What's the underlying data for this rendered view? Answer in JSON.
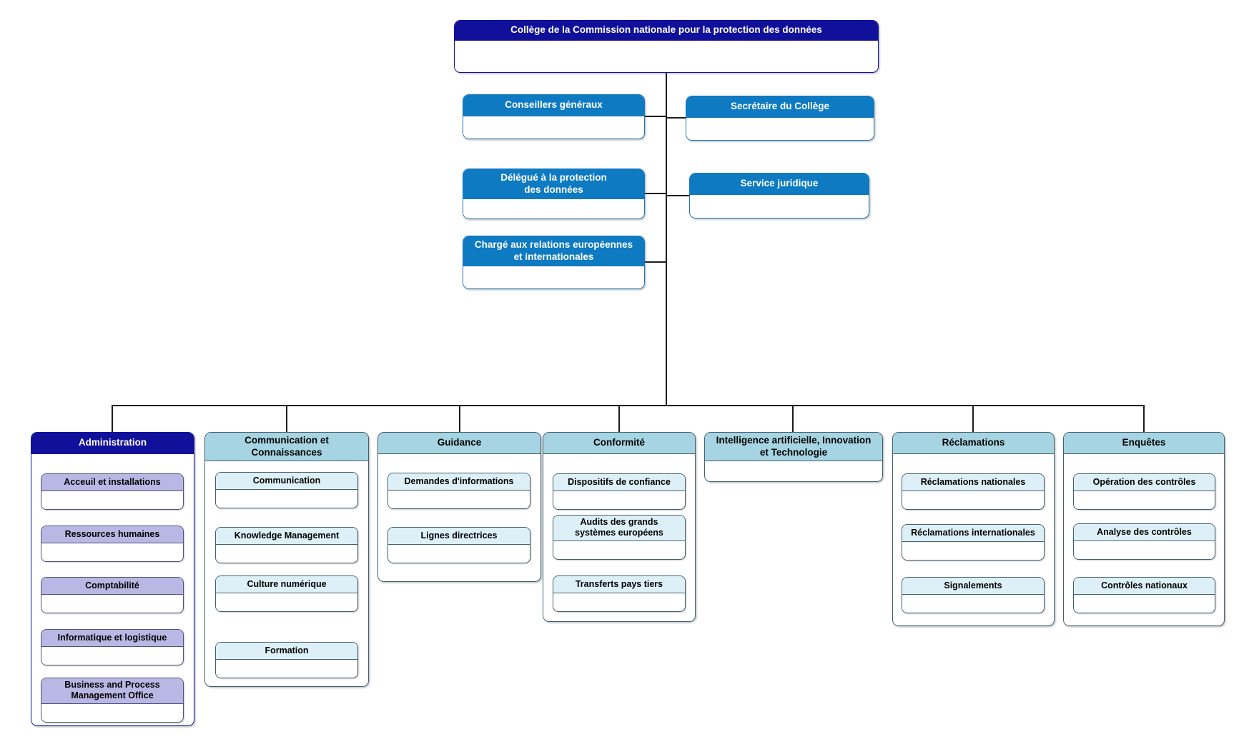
{
  "root": {
    "label": "Collège de la Commission nationale pour la protection des données"
  },
  "staff": [
    {
      "label": "Conseillers généraux"
    },
    {
      "label": "Secrétaire du Collège"
    },
    {
      "label": "Délégué à la protection\ndes données"
    },
    {
      "label": "Service juridique"
    },
    {
      "label": "Chargé aux relations européennes\net internationales"
    }
  ],
  "departments": [
    {
      "label": "Administration",
      "children": [
        "Acceuil et installations",
        "Ressources humaines",
        "Comptabilité",
        "Informatique et logistique",
        "Business and Process\nManagement Office"
      ]
    },
    {
      "label": "Communication et\nConnaissances",
      "children": [
        "Communication",
        "Knowledge Management",
        "Culture numérique",
        "Formation"
      ]
    },
    {
      "label": "Guidance",
      "children": [
        "Demandes d'informations",
        "Lignes directrices"
      ]
    },
    {
      "label": "Conformité",
      "children": [
        "Dispositifs de confiance",
        "Audits des grands\nsystèmes européens",
        "Transferts pays tiers"
      ]
    },
    {
      "label": "Intelligence artificielle, Innovation\net Technologie",
      "children": []
    },
    {
      "label": "Réclamations",
      "children": [
        "Réclamations nationales",
        "Réclamations internationales",
        "Signalements"
      ]
    },
    {
      "label": "Enquêtes",
      "children": [
        "Opération des contrôles",
        "Analyse des contrôles",
        "Contrôles nationaux"
      ]
    }
  ],
  "colors": {
    "navy_header": "#10109b",
    "blue_header": "#0d7ac2",
    "light_blue_header": "#a6d4e2",
    "pale_blue_subheader": "#def0f7",
    "lavender_subheader": "#b9b8e4",
    "connector_line": "#1c1c1c"
  }
}
